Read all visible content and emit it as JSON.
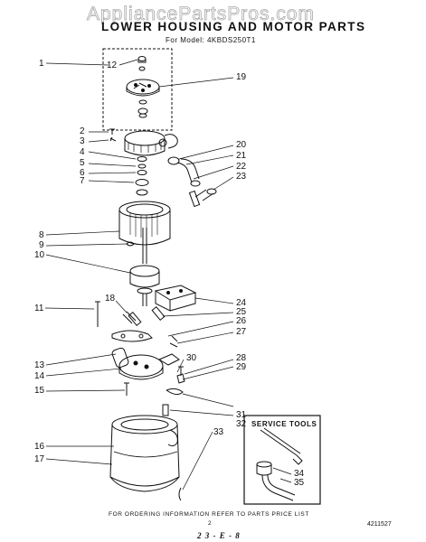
{
  "watermark": "AppliancePartsPros.com",
  "header": {
    "title": "LOWER HOUSING AND MOTOR PARTS",
    "model_line": "For Model: 4KBDS250T1"
  },
  "callouts": [
    "1",
    "2",
    "3",
    "4",
    "5",
    "6",
    "7",
    "8",
    "9",
    "10",
    "11",
    "12",
    "13",
    "14",
    "15",
    "16",
    "17",
    "18",
    "19",
    "20",
    "21",
    "22",
    "23",
    "24",
    "25",
    "26",
    "27",
    "28",
    "29",
    "30",
    "31",
    "32",
    "33",
    "34",
    "35"
  ],
  "service_tools": {
    "title": "SERVICE TOOLS"
  },
  "footer": {
    "note": "FOR ORDERING INFORMATION REFER TO PARTS PRICE LIST",
    "page": "2",
    "doc_number": "4211527",
    "handwritten": "2 3 - E - 8"
  }
}
